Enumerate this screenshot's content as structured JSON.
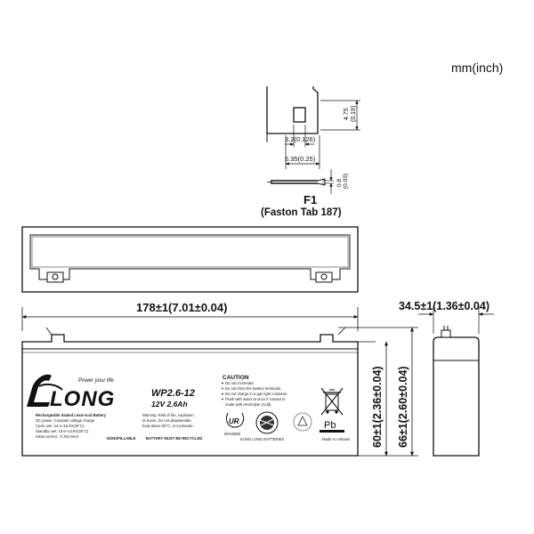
{
  "units_label": "mm(inch)",
  "terminal": {
    "name": "F1",
    "type": "(Faston Tab 187)",
    "dim_height": "4.75",
    "dim_height_in": "(0.19)",
    "dim_hole": "3.2(0.126)",
    "dim_width": "6.35(0.25)",
    "dim_thick": "0.8",
    "dim_thick_in": "(0.03)"
  },
  "dimensions": {
    "length": "178±1(7.01±0.04)",
    "width": "34.5±1(1.36±0.04)",
    "height": "60±1(2.36±0.04)",
    "total_height": "66±1(2.60±0.04)"
  },
  "label": {
    "brand": "LONG",
    "tagline": "Power your life",
    "model": "WP2.6-12",
    "rating": "12V 2.6Ah",
    "spec_lines": [
      "Rechargeable Sealed Lead-Acid Battery",
      "DC power, Constant voltage charge",
      "Cycle use: 14.4~15.0V(25°C)",
      "Standby use: 13.6~13.8V(25°C)",
      "Initial current : 0.78A MAX"
    ],
    "warning_lines": [
      "Warning: Risk of fire, explosion,",
      "or burns. Do not disassemble,",
      "heat above 60°C, or incinerate."
    ],
    "nonspillable": "NONSPILLABLE",
    "recycle": "BATTERY MUST BE RECYCLED",
    "caution_title": "CAUTION",
    "caution_lines": [
      "Do not incinerate.",
      "Do not short the battery terminals.",
      "Do not charge in a gas tight container.",
      "Flush with water at once if contact is",
      "made with electrolyte (Acid)."
    ],
    "ul_text": "MH15960",
    "maker": "KUNG LONG BATTERIES",
    "made_in": "Made in Vietnam",
    "pb": "Pb"
  }
}
